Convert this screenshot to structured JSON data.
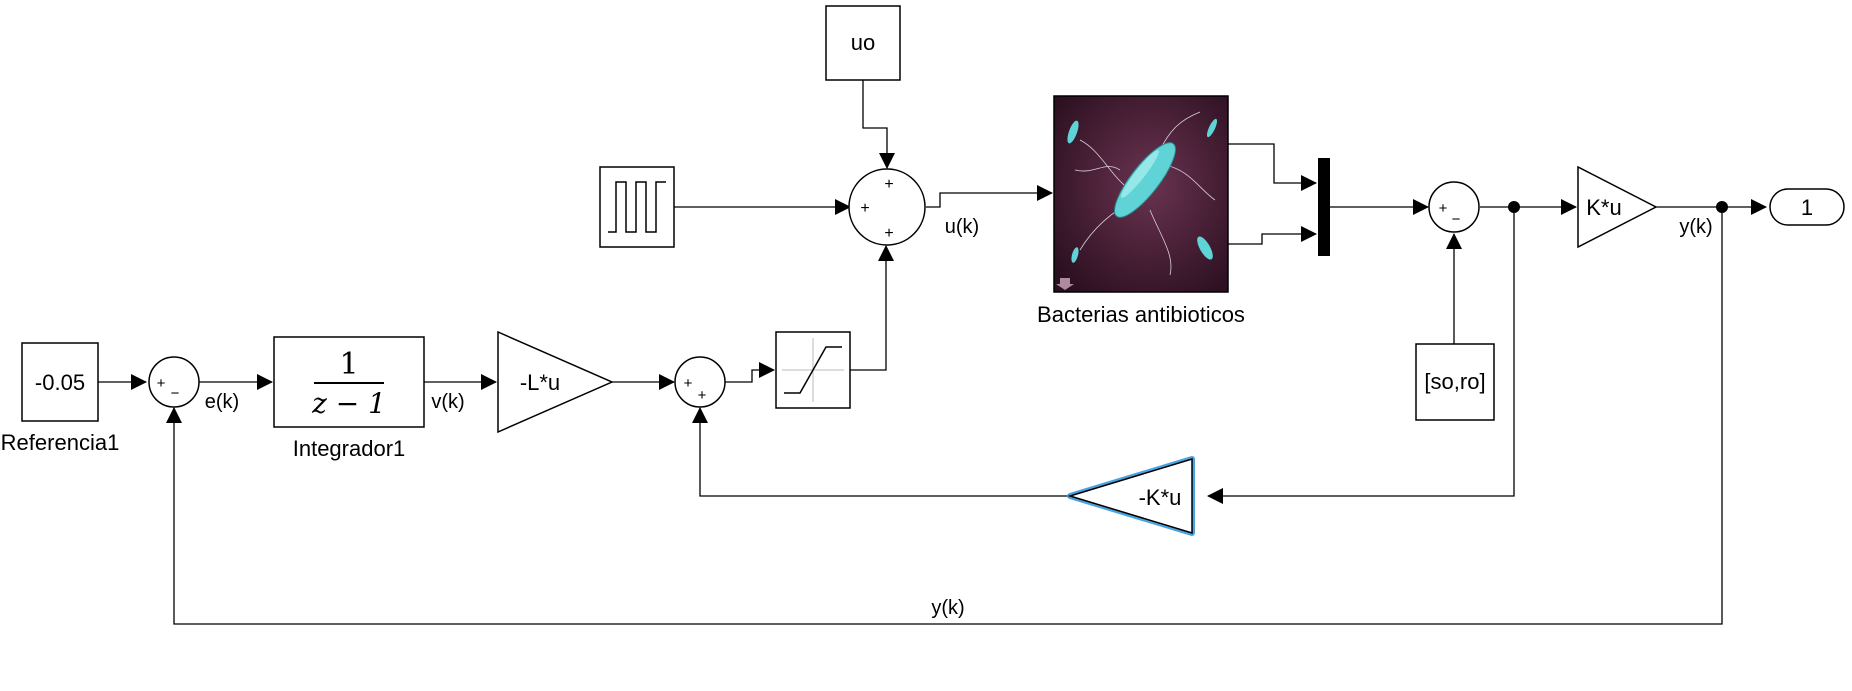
{
  "blocks": {
    "reference": {
      "value": "-0.05",
      "name": "Referencia1"
    },
    "integrator": {
      "numerator": "1",
      "denominator": "z − 1",
      "name": "Integrador1"
    },
    "gain_L": {
      "label": "-L*u"
    },
    "gain_K_out": {
      "label": "K*u"
    },
    "gain_K_feedback": {
      "label": "-K*u",
      "selected_color": "#4aa3df"
    },
    "constant_uo": {
      "label": "uo"
    },
    "constant_soro": {
      "label": "[so,ro]"
    },
    "outport": {
      "label": "1"
    },
    "plant": {
      "name": "Bacterias antibioticos",
      "bg_color": "#4a1f35",
      "bacteria_color": "#5fd3d6"
    },
    "sum_ref": {
      "signs": [
        "+",
        "−"
      ]
    },
    "sum_mid": {
      "signs": [
        "+",
        "+"
      ]
    },
    "sum_u": {
      "signs": [
        "+",
        "+",
        "+"
      ]
    },
    "sum_out": {
      "signs": [
        "+",
        "−"
      ]
    }
  },
  "signals": {
    "error": "e(k)",
    "integrator_out": "v(k)",
    "control": "u(k)",
    "output": "y(k)",
    "feedback": "y(k)"
  }
}
